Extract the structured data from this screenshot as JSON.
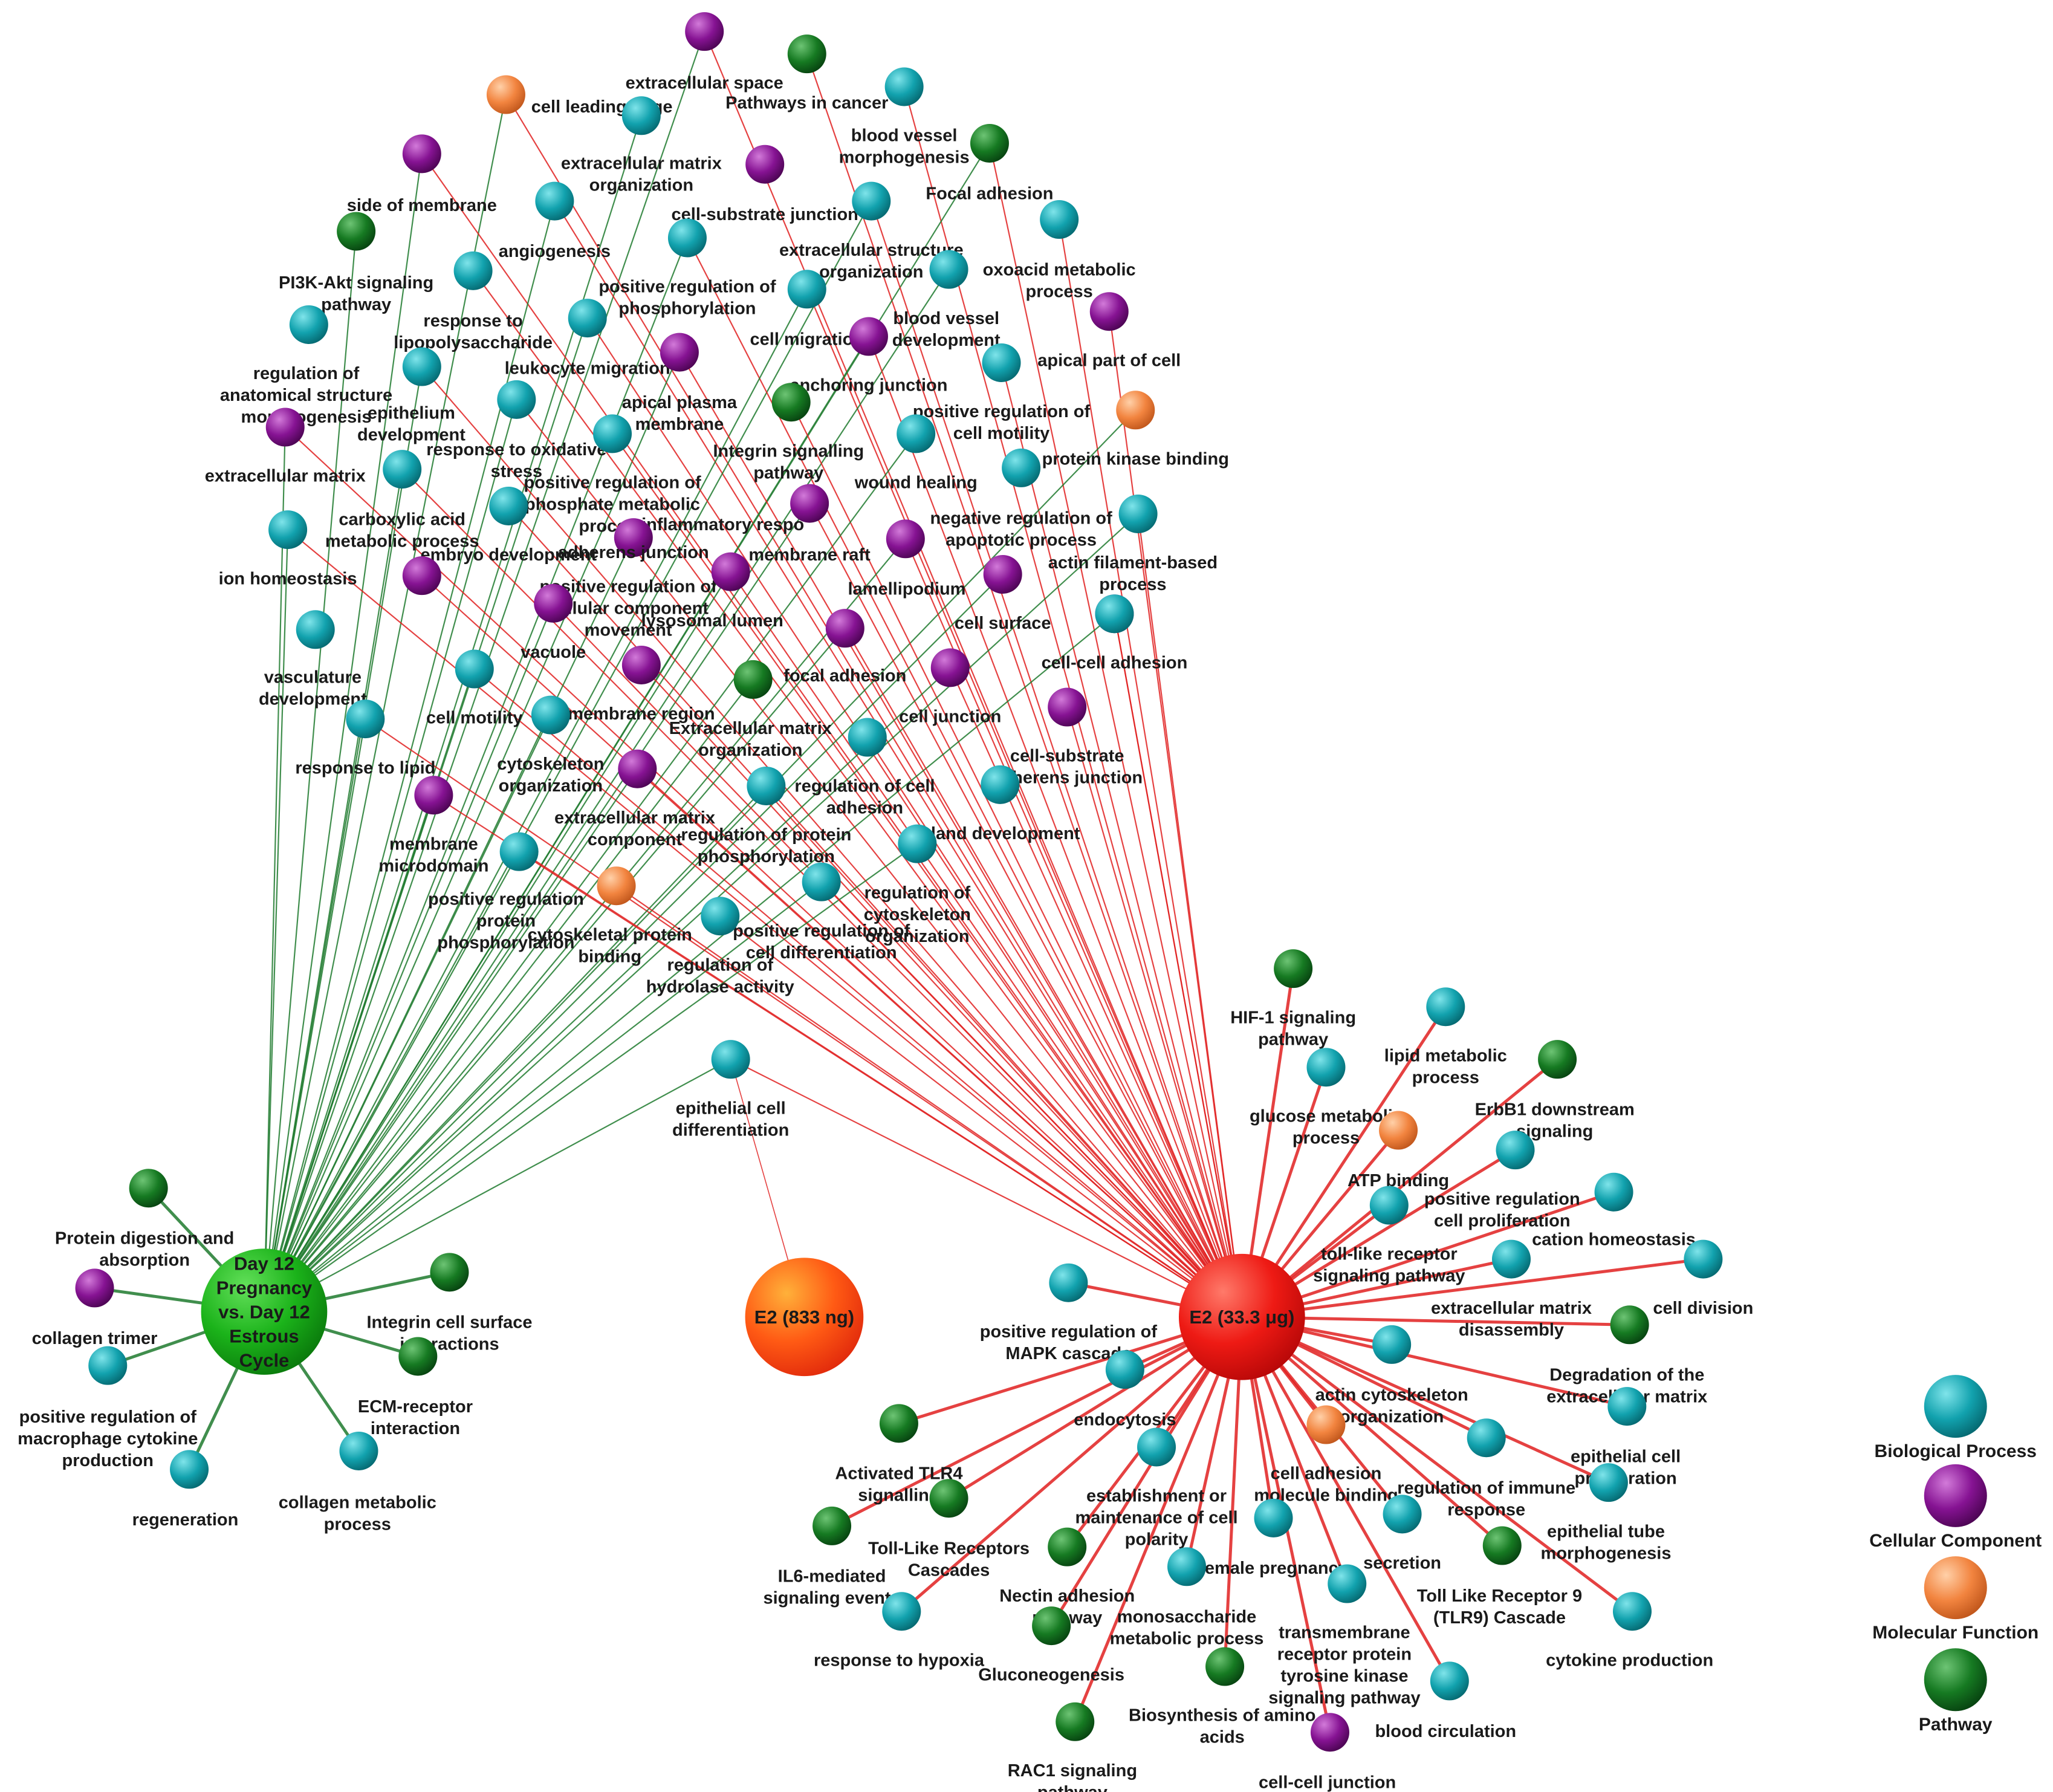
{
  "colors": {
    "bp": "#0e9aa6",
    "cc": "#7b0e86",
    "mf": "#f0813d",
    "pw": "#0f6e1b",
    "edge_green": "#1f7a2e",
    "edge_red": "#e02020"
  },
  "hubs": [
    {
      "id": "day12",
      "label_lines": [
        "Day 12",
        "Pregnancy",
        "vs. Day 12",
        "Estrous",
        "Cycle"
      ],
      "color": "green"
    },
    {
      "id": "e2_833",
      "label_lines": [
        "E2 (833 ng)"
      ],
      "color": "orange"
    },
    {
      "id": "e2_333",
      "label_lines": [
        "E2 (33.3 μg)"
      ],
      "color": "red"
    }
  ],
  "legend": [
    {
      "category": "bp",
      "label": "Biological Process"
    },
    {
      "category": "cc",
      "label": "Cellular Component"
    },
    {
      "category": "mf",
      "label": "Molecular Function"
    },
    {
      "category": "pw",
      "label": "Pathway"
    }
  ],
  "nodes": [
    {
      "id": "n01",
      "cat": "cc",
      "lines": [
        "extracellular space"
      ]
    },
    {
      "id": "n02",
      "cat": "cc",
      "lines": [
        "extracellular space"
      ]
    },
    {
      "id": "n03",
      "cat": "pw",
      "lines": [
        "Pathways in cancer"
      ]
    },
    {
      "id": "n04",
      "cat": "mf",
      "lines": [
        "cell leading edge"
      ]
    },
    {
      "id": "n05",
      "cat": "bp",
      "lines": [
        "extracellular matrix",
        "organization"
      ]
    },
    {
      "id": "n06",
      "cat": "bp",
      "lines": [
        "blood vessel",
        "morphogenesis"
      ]
    },
    {
      "id": "n07",
      "cat": "pw",
      "lines": [
        "Focal adhesion"
      ]
    },
    {
      "id": "n08",
      "cat": "cc",
      "lines": [
        "side of membrane"
      ]
    },
    {
      "id": "n09",
      "cat": "cc",
      "lines": [
        "cell-substrate junction"
      ]
    },
    {
      "id": "n10",
      "cat": "bp",
      "lines": [
        "angiogenesis"
      ]
    },
    {
      "id": "n11",
      "cat": "bp",
      "lines": [
        "extracellular structure",
        "organization"
      ]
    },
    {
      "id": "n12",
      "cat": "bp",
      "lines": [
        "oxoacid metabolic",
        "process"
      ]
    },
    {
      "id": "n13",
      "cat": "pw",
      "lines": [
        "PI3K-Akt signaling",
        "pathway"
      ]
    },
    {
      "id": "n14",
      "cat": "bp",
      "lines": [
        "positive regulation of",
        "phosphorylation"
      ]
    },
    {
      "id": "n15",
      "cat": "bp",
      "lines": [
        "response to",
        "lipopolysaccharide"
      ]
    },
    {
      "id": "n16",
      "cat": "bp",
      "lines": [
        "cell migration"
      ]
    },
    {
      "id": "n17",
      "cat": "bp",
      "lines": [
        "blood vessel",
        "development"
      ]
    },
    {
      "id": "n18",
      "cat": "cc",
      "lines": [
        "apical part of cell"
      ]
    },
    {
      "id": "n19",
      "cat": "bp",
      "lines": [
        "leukocyte migration"
      ]
    },
    {
      "id": "n20",
      "cat": "cc",
      "lines": [
        "anchoring junction"
      ]
    },
    {
      "id": "n21",
      "cat": "bp",
      "lines": [
        "regulation of",
        "anatomical structure",
        "morphogenesis"
      ]
    },
    {
      "id": "n22",
      "cat": "bp",
      "lines": [
        "epithelium",
        "development"
      ]
    },
    {
      "id": "n23",
      "cat": "cc",
      "lines": [
        "apical plasma",
        "membrane"
      ]
    },
    {
      "id": "n24",
      "cat": "bp",
      "lines": [
        "positive regulation of",
        "cell motility"
      ]
    },
    {
      "id": "n25",
      "cat": "mf",
      "lines": [
        "protein kinase binding"
      ]
    },
    {
      "id": "n26",
      "cat": "bp",
      "lines": [
        "response to oxidative",
        "stress"
      ]
    },
    {
      "id": "n27",
      "cat": "pw",
      "lines": [
        "Integrin signalling",
        "pathway"
      ]
    },
    {
      "id": "n28",
      "cat": "cc",
      "lines": [
        "extracellular matrix"
      ]
    },
    {
      "id": "n29",
      "cat": "bp",
      "lines": [
        "wound healing"
      ]
    },
    {
      "id": "n30",
      "cat": "bp",
      "lines": [
        "positive regulation of",
        "phosphate metabolic",
        "process"
      ]
    },
    {
      "id": "n31",
      "cat": "bp",
      "lines": [
        "carboxylic acid",
        "metabolic process"
      ]
    },
    {
      "id": "n32",
      "cat": "cc",
      "lines": [
        "inflammatory respo"
      ]
    },
    {
      "id": "n33",
      "cat": "bp",
      "lines": [
        "negative regulation of",
        "apoptotic process"
      ]
    },
    {
      "id": "n34",
      "cat": "bp",
      "lines": [
        "actin filament-based",
        "process"
      ]
    },
    {
      "id": "n35",
      "cat": "bp",
      "lines": [
        "ion homeostasis"
      ]
    },
    {
      "id": "n36",
      "cat": "bp",
      "lines": [
        "embryo development"
      ]
    },
    {
      "id": "n37",
      "cat": "cc",
      "lines": [
        "adherens junction"
      ]
    },
    {
      "id": "n38",
      "cat": "cc",
      "lines": [
        "membrane raft"
      ]
    },
    {
      "id": "n39",
      "cat": "cc",
      "lines": [
        "positive regulation of",
        "cellular component",
        "movement"
      ]
    },
    {
      "id": "n40",
      "cat": "cc",
      "lines": [
        "lysosomal lumen"
      ]
    },
    {
      "id": "n41",
      "cat": "cc",
      "lines": [
        "lamellipodium"
      ]
    },
    {
      "id": "n42",
      "cat": "cc",
      "lines": [
        "cell surface"
      ]
    },
    {
      "id": "n43",
      "cat": "cc",
      "lines": [
        "vacuole"
      ]
    },
    {
      "id": "n44",
      "cat": "bp",
      "lines": [
        "cell-cell adhesion"
      ]
    },
    {
      "id": "n45",
      "cat": "bp",
      "lines": [
        "vasculature",
        "development"
      ]
    },
    {
      "id": "n46",
      "cat": "cc",
      "lines": [
        "focal adhesion"
      ]
    },
    {
      "id": "n47",
      "cat": "bp",
      "lines": [
        "cell motility"
      ]
    },
    {
      "id": "n48",
      "cat": "cc",
      "lines": [
        "membrane region"
      ]
    },
    {
      "id": "n49",
      "cat": "pw",
      "lines": [
        "Extracellular matrix",
        "organization"
      ]
    },
    {
      "id": "n50",
      "cat": "cc",
      "lines": [
        "cell junction"
      ]
    },
    {
      "id": "n51",
      "cat": "cc",
      "lines": [
        "cell-substrate",
        "adherens junction"
      ]
    },
    {
      "id": "n52",
      "cat": "bp",
      "lines": [
        "response to lipid"
      ]
    },
    {
      "id": "n53",
      "cat": "bp",
      "lines": [
        "cytoskeleton",
        "organization"
      ]
    },
    {
      "id": "n54",
      "cat": "bp",
      "lines": [
        "regulation of cell",
        "adhesion"
      ]
    },
    {
      "id": "n55",
      "cat": "cc",
      "lines": [
        "extracellular matrix",
        "component"
      ]
    },
    {
      "id": "n56",
      "cat": "bp",
      "lines": [
        "regulation of protein",
        "phosphorylation"
      ]
    },
    {
      "id": "n57",
      "cat": "bp",
      "lines": [
        "gland development"
      ]
    },
    {
      "id": "n58",
      "cat": "cc",
      "lines": [
        "membrane",
        "microdomain"
      ]
    },
    {
      "id": "n59",
      "cat": "bp",
      "lines": [
        "positive regulation",
        "protein",
        "phosphorylation"
      ]
    },
    {
      "id": "n60",
      "cat": "mf",
      "lines": [
        "cytoskeletal protein",
        "binding"
      ]
    },
    {
      "id": "n61",
      "cat": "bp",
      "lines": [
        "regulation of",
        "cytoskeleton",
        "organization"
      ]
    },
    {
      "id": "n62",
      "cat": "bp",
      "lines": [
        "positive regulation of",
        "cell differentiation"
      ]
    },
    {
      "id": "n63",
      "cat": "bp",
      "lines": [
        "regulation of",
        "hydrolase activity"
      ]
    },
    {
      "id": "n64",
      "cat": "bp",
      "lines": [
        "epithelial cell",
        "differentiation"
      ]
    },
    {
      "id": "n65",
      "cat": "pw",
      "lines": [
        "Protein digestion and",
        "absorption"
      ]
    },
    {
      "id": "n66",
      "cat": "cc",
      "lines": [
        "collagen trimer"
      ]
    },
    {
      "id": "n67",
      "cat": "pw",
      "lines": [
        "Integrin cell surface",
        "interactions"
      ]
    },
    {
      "id": "n68",
      "cat": "pw",
      "lines": [
        "ECM-receptor",
        "interaction"
      ]
    },
    {
      "id": "n69",
      "cat": "bp",
      "lines": [
        "positive regulation of",
        "macrophage cytokine",
        "production"
      ]
    },
    {
      "id": "n70",
      "cat": "bp",
      "lines": [
        "regeneration"
      ]
    },
    {
      "id": "n71",
      "cat": "bp",
      "lines": [
        "collagen metabolic",
        "process"
      ]
    },
    {
      "id": "n72",
      "cat": "pw",
      "lines": [
        "HIF-1 signaling",
        "pathway"
      ]
    },
    {
      "id": "n73",
      "cat": "bp",
      "lines": [
        "lipid metabolic",
        "process"
      ]
    },
    {
      "id": "n74",
      "cat": "bp",
      "lines": [
        "glucose metabolic",
        "process"
      ]
    },
    {
      "id": "n75",
      "cat": "pw",
      "lines": [
        "ErbB1 downstream",
        "signaling"
      ]
    },
    {
      "id": "n76",
      "cat": "mf",
      "lines": [
        "ATP binding"
      ]
    },
    {
      "id": "n77",
      "cat": "bp",
      "lines": [
        "positive regulation",
        "cell proliferation"
      ]
    },
    {
      "id": "n78",
      "cat": "bp",
      "lines": [
        "cation homeostasis"
      ]
    },
    {
      "id": "n79",
      "cat": "bp",
      "lines": [
        "toll-like receptor",
        "signaling pathway"
      ]
    },
    {
      "id": "n80",
      "cat": "bp",
      "lines": [
        "cell division"
      ]
    },
    {
      "id": "n81",
      "cat": "bp",
      "lines": [
        "extracellular matrix",
        "disassembly"
      ]
    },
    {
      "id": "n82",
      "cat": "bp",
      "lines": [
        "positive regulation of",
        "MAPK cascade"
      ]
    },
    {
      "id": "n83",
      "cat": "pw",
      "lines": [
        "Degradation of the",
        "extracellular matrix"
      ]
    },
    {
      "id": "n84",
      "cat": "bp",
      "lines": [
        "actin cytoskeleton",
        "organization"
      ]
    },
    {
      "id": "n85",
      "cat": "bp",
      "lines": [
        "endocytosis"
      ]
    },
    {
      "id": "n86",
      "cat": "mf",
      "lines": [
        "cell adhesion",
        "molecule binding"
      ]
    },
    {
      "id": "n87",
      "cat": "bp",
      "lines": [
        "epithelial cell",
        "proliferation"
      ]
    },
    {
      "id": "n88",
      "cat": "pw",
      "lines": [
        "Activated TLR4",
        "signalling"
      ]
    },
    {
      "id": "n89",
      "cat": "bp",
      "lines": [
        "establishment or",
        "maintenance of cell",
        "polarity"
      ]
    },
    {
      "id": "n90",
      "cat": "bp",
      "lines": [
        "regulation of immune",
        "response"
      ]
    },
    {
      "id": "n91",
      "cat": "bp",
      "lines": [
        "epithelial tube",
        "morphogenesis"
      ]
    },
    {
      "id": "n92",
      "cat": "pw",
      "lines": [
        "Toll-Like Receptors",
        "Cascades"
      ]
    },
    {
      "id": "n93",
      "cat": "pw",
      "lines": [
        "IL6-mediated",
        "signaling events"
      ]
    },
    {
      "id": "n94",
      "cat": "bp",
      "lines": [
        "female pregnancy"
      ]
    },
    {
      "id": "n95",
      "cat": "bp",
      "lines": [
        "secretion"
      ]
    },
    {
      "id": "n96",
      "cat": "pw",
      "lines": [
        "Nectin adhesion",
        "pathway"
      ]
    },
    {
      "id": "n97",
      "cat": "bp",
      "lines": [
        "monosaccharide",
        "metabolic process"
      ]
    },
    {
      "id": "n98",
      "cat": "pw",
      "lines": [
        "Toll Like Receptor 9",
        "(TLR9) Cascade"
      ]
    },
    {
      "id": "n99",
      "cat": "bp",
      "lines": [
        "transmembrane",
        "receptor protein",
        "tyrosine kinase",
        "signaling pathway"
      ]
    },
    {
      "id": "n100",
      "cat": "bp",
      "lines": [
        "response to hypoxia"
      ]
    },
    {
      "id": "n101",
      "cat": "pw",
      "lines": [
        "Gluconeogenesis"
      ]
    },
    {
      "id": "n102",
      "cat": "bp",
      "lines": [
        "cytokine production"
      ]
    },
    {
      "id": "n103",
      "cat": "pw",
      "lines": [
        "Biosynthesis of amino",
        "acids"
      ]
    },
    {
      "id": "n104",
      "cat": "bp",
      "lines": [
        "blood circulation"
      ]
    },
    {
      "id": "n105",
      "cat": "pw",
      "lines": [
        "RAC1 signaling",
        "pathway"
      ]
    },
    {
      "id": "n106",
      "cat": "cc",
      "lines": [
        "cell-cell junction"
      ]
    }
  ]
}
